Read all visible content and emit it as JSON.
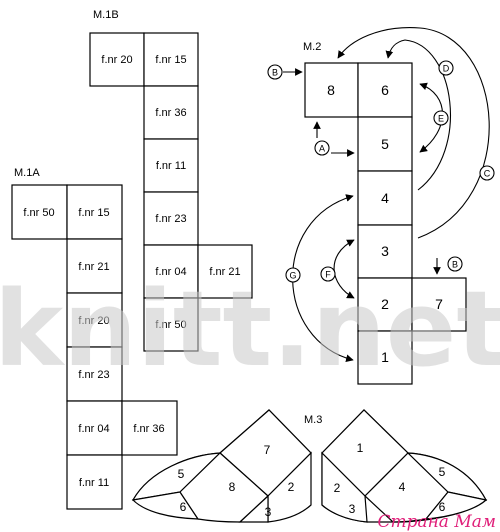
{
  "titles": {
    "m1b": "M.1B",
    "m1a": "M.1A",
    "m2": "M.2",
    "m3": "M.3"
  },
  "m1b": [
    "f.nr 20",
    "f.nr 15",
    "f.nr 36",
    "f.nr 11",
    "f.nr 23",
    "f.nr 04",
    "f.nr 21",
    "f.nr 50"
  ],
  "m1a": [
    "f.nr 50",
    "f.nr 15",
    "f.nr 21",
    "f.nr 20",
    "f.nr 23",
    "f.nr 04",
    "f.nr 36",
    "f.nr 11"
  ],
  "m2": {
    "cells": [
      "8",
      "6",
      "5",
      "4",
      "3",
      "2",
      "7",
      "1"
    ],
    "markers": [
      "A",
      "B",
      "B",
      "C",
      "D",
      "E",
      "F",
      "G"
    ]
  },
  "m3": {
    "left": [
      "7",
      "5",
      "8",
      "2",
      "6",
      "3"
    ],
    "right": [
      "1",
      "2",
      "4",
      "5",
      "3",
      "6"
    ]
  },
  "watermark": {
    "main": "knitt.net",
    "site": "Страна Мам"
  }
}
